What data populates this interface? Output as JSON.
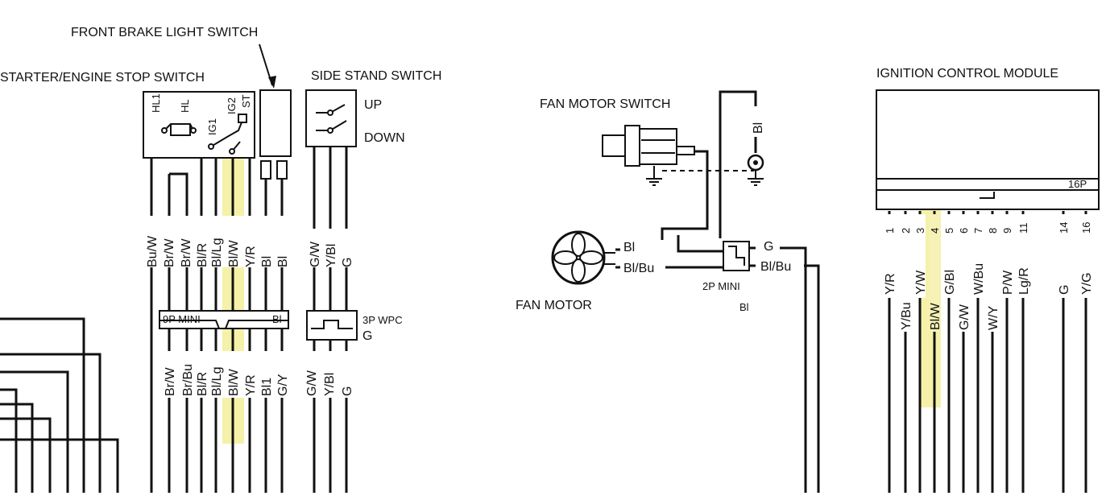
{
  "labels": {
    "front_brake": "FRONT BRAKE LIGHT SWITCH",
    "starter": "STARTER/ENGINE STOP SWITCH",
    "side_stand": "SIDE STAND SWITCH",
    "up": "UP",
    "down": "DOWN",
    "fan_switch": "FAN MOTOR  SWITCH",
    "fan_motor": "FAN MOTOR",
    "mini2p": "2P MINI",
    "mini2p_bl": "Bl",
    "icm": "IGNITION CONTROL MODULE",
    "p16": "16P",
    "p9": "9P MINI",
    "p9_bl": "Bl",
    "wpc": "3P  WPC",
    "wpc_g": "G",
    "fan_bl": "Bl",
    "fan_blbu": "Bl/Bu",
    "mini_g": "G",
    "mini_blbu": "Bl/Bu",
    "bl_vert": "Bl"
  },
  "switch_pins": [
    "HL1",
    "HL",
    "IG1",
    "IG2",
    "ST"
  ],
  "upper_wires": [
    "Bu/W",
    "Br/W",
    "Br/W",
    "Bl/R",
    "Bl/Lg",
    "Bl/W",
    "Y/R",
    "Bl",
    "Bl"
  ],
  "side_upper": [
    "G/W",
    "Y/Bl",
    "G"
  ],
  "lower_wires": [
    "Br/W",
    "Br/Bu",
    "Bl/R",
    "Bl/Lg",
    "Bl/W",
    "Y/R",
    "Bl1",
    "G/Y"
  ],
  "side_lower": [
    "G/W",
    "Y/Bl",
    "G"
  ],
  "icm_pins": [
    {
      "n": "1",
      "c": "Y/R",
      "row": "top"
    },
    {
      "n": "2",
      "c": "Y/Bu",
      "row": "low"
    },
    {
      "n": "3",
      "c": "Y/W",
      "row": "top"
    },
    {
      "n": "4",
      "c": "Bl/W",
      "row": "low"
    },
    {
      "n": "5",
      "c": "G/Bl",
      "row": "top"
    },
    {
      "n": "6",
      "c": "G/W",
      "row": "low"
    },
    {
      "n": "7",
      "c": "W/Bu",
      "row": "top"
    },
    {
      "n": "8",
      "c": "W/Y",
      "row": "low"
    },
    {
      "n": "9",
      "c": "P/W",
      "row": "top"
    },
    {
      "n": "11",
      "c": "Lg/R",
      "row": "top"
    },
    {
      "n": "14",
      "c": "G",
      "row": "top"
    },
    {
      "n": "16",
      "c": "Y/G",
      "row": "top"
    }
  ]
}
